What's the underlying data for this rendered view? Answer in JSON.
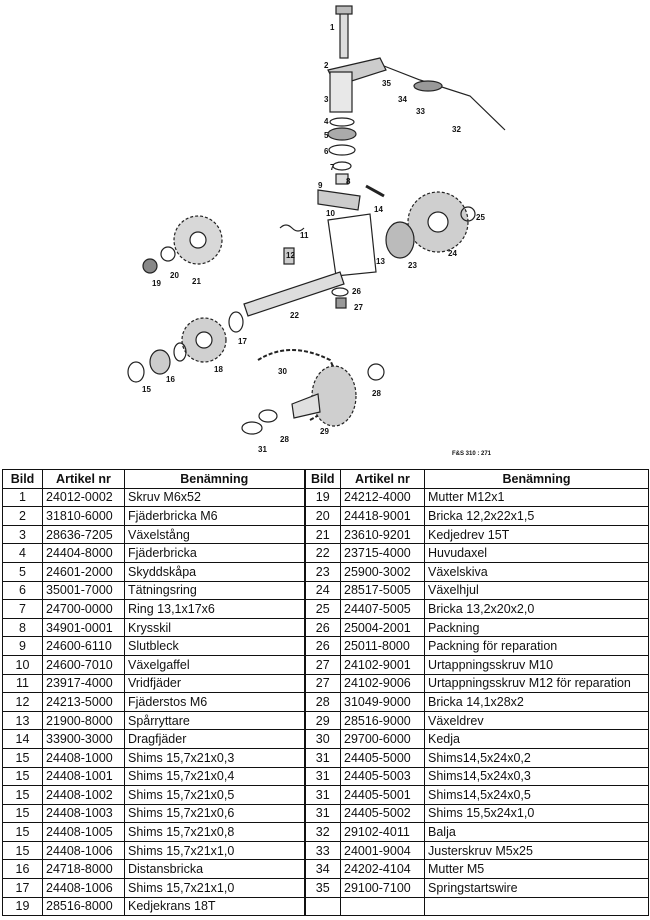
{
  "figure_code": "F&S 310 : 271",
  "callouts": [
    "1",
    "2",
    "3",
    "4",
    "5",
    "6",
    "7",
    "8",
    "9",
    "10",
    "11",
    "12",
    "13",
    "14",
    "15",
    "16",
    "17",
    "18",
    "19",
    "20",
    "21",
    "22",
    "23",
    "24",
    "25",
    "26",
    "27",
    "28",
    "29",
    "30",
    "31",
    "32",
    "33",
    "34",
    "35"
  ],
  "columns": {
    "bild": "Bild",
    "artikel": "Artikel nr",
    "benamning": "Benämning"
  },
  "left_rows": [
    {
      "bild": "1",
      "artikel": "24012-0002",
      "benamning": "Skruv M6x52"
    },
    {
      "bild": "2",
      "artikel": "31810-6000",
      "benamning": "Fjäderbricka M6"
    },
    {
      "bild": "3",
      "artikel": "28636-7205",
      "benamning": "Växelstång"
    },
    {
      "bild": "4",
      "artikel": "24404-8000",
      "benamning": "Fjäderbricka"
    },
    {
      "bild": "5",
      "artikel": "24601-2000",
      "benamning": "Skyddskåpa"
    },
    {
      "bild": "6",
      "artikel": "35001-7000",
      "benamning": "Tätningsring"
    },
    {
      "bild": "7",
      "artikel": "24700-0000",
      "benamning": "Ring 13,1x17x6"
    },
    {
      "bild": "8",
      "artikel": "34901-0001",
      "benamning": "Krysskil"
    },
    {
      "bild": "9",
      "artikel": "24600-6110",
      "benamning": "Slutbleck"
    },
    {
      "bild": "10",
      "artikel": "24600-7010",
      "benamning": "Växelgaffel"
    },
    {
      "bild": "11",
      "artikel": "23917-4000",
      "benamning": "Vridfjäder"
    },
    {
      "bild": "12",
      "artikel": "24213-5000",
      "benamning": "Fjäderstos M6"
    },
    {
      "bild": "13",
      "artikel": "21900-8000",
      "benamning": "Spårryttare"
    },
    {
      "bild": "14",
      "artikel": "33900-3000",
      "benamning": "Dragfjäder"
    },
    {
      "bild": "15",
      "artikel": "24408-1000",
      "benamning": "Shims 15,7x21x0,3"
    },
    {
      "bild": "15",
      "artikel": "24408-1001",
      "benamning": "Shims 15,7x21x0,4"
    },
    {
      "bild": "15",
      "artikel": "24408-1002",
      "benamning": "Shims 15,7x21x0,5"
    },
    {
      "bild": "15",
      "artikel": "24408-1003",
      "benamning": "Shims 15,7x21x0,6"
    },
    {
      "bild": "15",
      "artikel": "24408-1005",
      "benamning": "Shims 15,7x21x0,8"
    },
    {
      "bild": "15",
      "artikel": "24408-1006",
      "benamning": "Shims 15,7x21x1,0"
    },
    {
      "bild": "16",
      "artikel": "24718-8000",
      "benamning": "Distansbricka"
    },
    {
      "bild": "17",
      "artikel": "24408-1006",
      "benamning": "Shims 15,7x21x1,0"
    },
    {
      "bild": "19",
      "artikel": "28516-8000",
      "benamning": "Kedjekrans 18T"
    }
  ],
  "right_rows": [
    {
      "bild": "19",
      "artikel": "24212-4000",
      "benamning": "Mutter M12x1"
    },
    {
      "bild": "20",
      "artikel": "24418-9001",
      "benamning": "Bricka 12,2x22x1,5"
    },
    {
      "bild": "21",
      "artikel": "23610-9201",
      "benamning": "Kedjedrev 15T"
    },
    {
      "bild": "22",
      "artikel": "23715-4000",
      "benamning": "Huvudaxel"
    },
    {
      "bild": "23",
      "artikel": "25900-3002",
      "benamning": "Växelskiva"
    },
    {
      "bild": "24",
      "artikel": "28517-5005",
      "benamning": "Växelhjul"
    },
    {
      "bild": "25",
      "artikel": "24407-5005",
      "benamning": "Bricka 13,2x20x2,0"
    },
    {
      "bild": "26",
      "artikel": "25004-2001",
      "benamning": "Packning"
    },
    {
      "bild": "26",
      "artikel": "25011-8000",
      "benamning": "Packning för reparation"
    },
    {
      "bild": "27",
      "artikel": "24102-9001",
      "benamning": "Urtappningsskruv M10"
    },
    {
      "bild": "27",
      "artikel": "24102-9006",
      "benamning": "Urtappningsskruv M12 för reparation"
    },
    {
      "bild": "28",
      "artikel": "31049-9000",
      "benamning": "Bricka 14,1x28x2"
    },
    {
      "bild": "29",
      "artikel": "28516-9000",
      "benamning": "Växeldrev"
    },
    {
      "bild": "30",
      "artikel": "29700-6000",
      "benamning": "Kedja"
    },
    {
      "bild": "31",
      "artikel": "24405-5000",
      "benamning": "Shims14,5x24x0,2"
    },
    {
      "bild": "31",
      "artikel": "24405-5003",
      "benamning": "Shims14,5x24x0,3"
    },
    {
      "bild": "31",
      "artikel": "24405-5001",
      "benamning": "Shims14,5x24x0,5"
    },
    {
      "bild": "31",
      "artikel": "24405-5002",
      "benamning": "Shims 15,5x24x1,0"
    },
    {
      "bild": "32",
      "artikel": "29102-4011",
      "benamning": "Balja"
    },
    {
      "bild": "33",
      "artikel": "24001-9004",
      "benamning": "Justerskruv M5x25"
    },
    {
      "bild": "34",
      "artikel": "24202-4104",
      "benamning": "Mutter M5"
    },
    {
      "bild": "35",
      "artikel": "29100-7100",
      "benamning": "Springstartswire"
    },
    {
      "bild": "",
      "artikel": "",
      "benamning": ""
    }
  ]
}
